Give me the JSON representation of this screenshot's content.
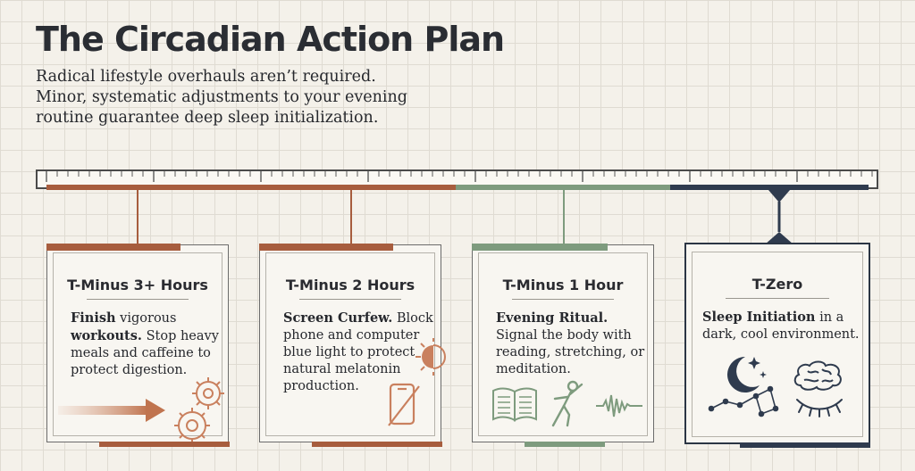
{
  "title": "The Circadian Action Plan",
  "subtitle_lines": [
    "Radical lifestyle overhauls aren’t required.",
    "Minor, systematic adjustments to your evening",
    "routine guarantee deep sleep initialization."
  ],
  "colors": {
    "rust": "#a75d3e",
    "sage": "#7e9b7e",
    "navy": "#2f3b4e",
    "ink": "#2a2d33"
  },
  "stages": [
    {
      "title": "T-Minus 3+ Hours",
      "bold_a": "Finish",
      "text_a": " vigorous ",
      "bold_b": "workouts.",
      "text_b": " Stop heavy meals and caffeine to protect digestion.",
      "accent": "rust",
      "icons": [
        "arrow-right-icon",
        "gears-icon"
      ]
    },
    {
      "title": "T-Minus 2 Hours",
      "bold_a": "Screen Curfew.",
      "text_a": " Block phone and computer blue light to protect natural melatonin production.",
      "accent": "rust",
      "icons": [
        "sunset-icon",
        "no-phone-icon"
      ]
    },
    {
      "title": "T-Minus 1 Hour",
      "bold_a": "Evening Ritual.",
      "text_a": " Signal the body with reading, stretching, or meditation.",
      "accent": "sage",
      "icons": [
        "book-icon",
        "stretching-figure-icon",
        "sound-wave-icon"
      ]
    },
    {
      "title": "T-Zero",
      "bold_a": "Sleep Initiation",
      "text_a": " in a dark, cool environment.",
      "accent": "navy",
      "icons": [
        "moon-stars-icon",
        "constellation-icon",
        "brain-icon",
        "closed-eye-icon"
      ]
    }
  ]
}
